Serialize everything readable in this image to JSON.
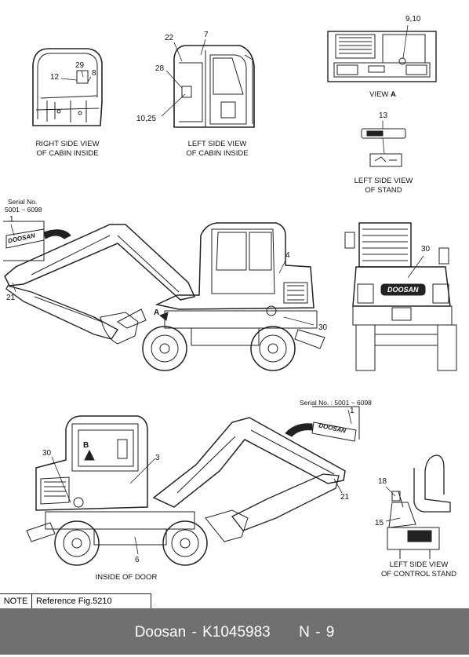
{
  "views": {
    "right_cabin": {
      "caption": "RIGHT SIDE VIEW\nOF CABIN INSIDE",
      "callouts": [
        "12",
        "29",
        "8"
      ]
    },
    "left_cabin": {
      "caption": "LEFT SIDE VIEW\nOF CABIN INSIDE",
      "callouts": [
        "22",
        "7",
        "28",
        "10,25"
      ]
    },
    "view_a": {
      "caption_prefix": "VIEW ",
      "caption_letter": "A",
      "callouts": [
        "9,10"
      ]
    },
    "stand": {
      "caption": "LEFT SIDE VIEW\nOF STAND",
      "callouts": [
        "13"
      ]
    },
    "main_left": {
      "serial_label": "Serial No.",
      "serial_range": "5001 ~ 6098",
      "callouts": [
        "1",
        "4",
        "21",
        "30"
      ],
      "arrow_label": "A",
      "decal_text": "DOOSAN"
    },
    "rear": {
      "callouts": [
        "30"
      ],
      "decal_text": "DOOSAN"
    },
    "main_right": {
      "serial_text": "Serial No. : 5001 ~ 6098",
      "callouts": [
        "1",
        "30",
        "3",
        "21",
        "6"
      ],
      "arrow_label": "B",
      "caption": "INSIDE OF DOOR",
      "decal_text": "DOOSAN"
    },
    "control_stand": {
      "caption": "LEFT SIDE VIEW\nOF CONTROL STAND",
      "callouts": [
        "18",
        "15"
      ]
    }
  },
  "note": {
    "label": "NOTE",
    "text": "Reference Fig.5210"
  },
  "footer": {
    "text": "Doosan - K1045983     N - 9"
  }
}
